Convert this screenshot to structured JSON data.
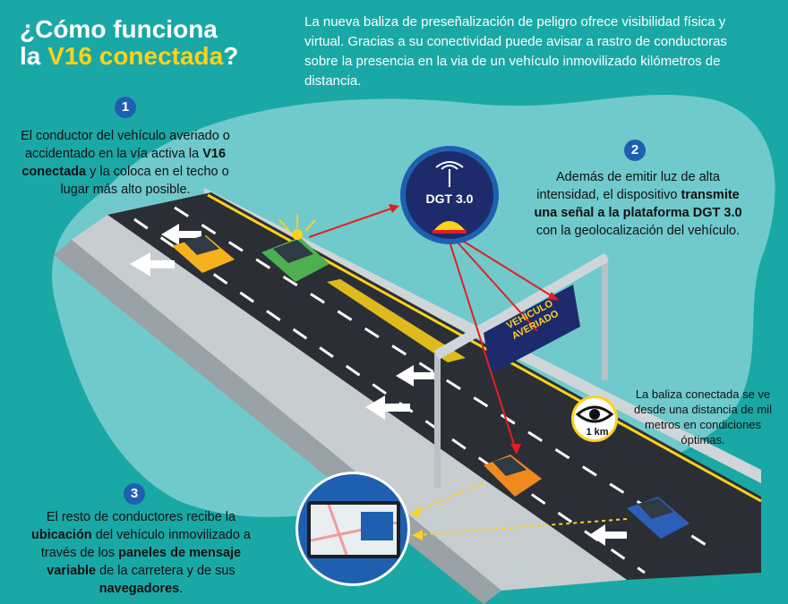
{
  "header": {
    "title_line1": "¿Cómo funciona",
    "title_line2_plain": "la ",
    "title_line2_highlight": "V16 conectada",
    "title_line2_end": "?",
    "intro": "La nueva baliza de preseñalización de peligro ofrece visibilidad física y virtual. Gracias a su conectividad puede avisar a rastro de conductoras sobre la presencia en la via de un vehículo inmovilizado kilómetros de distancia."
  },
  "steps": [
    {
      "number": "1",
      "text_a": "El conductor del vehículo averiado o accidentado en la vía activa la ",
      "bold": "V16 conectada",
      "text_b": " y la coloca en el techo o lugar más alto posible."
    },
    {
      "number": "2",
      "text_a": "Además de emitir luz de alta intensidad, el dispositivo ",
      "bold": "transmite una señal a la plataforma DGT 3.0",
      "text_b": " con la geolocalización del vehículo."
    },
    {
      "number": "3",
      "text_a": "El resto de conductores recibe la ",
      "bold": "ubicación",
      "text_b": " del vehículo inmovilizado a través de los ",
      "bold2": "paneles de mensaje variable",
      "text_c": " de la carretera y de sus ",
      "bold3": "navegadores",
      "text_d": "."
    }
  ],
  "visibility": {
    "text": "La baliza conectada se ve desde una distancia de mil metros en condiciones óptimas.",
    "distance": "1 km"
  },
  "dgt_badge": "DGT 3.0",
  "panel_sign": {
    "line1": "VEHÍCULO",
    "line2": "AVERIADO"
  },
  "colors": {
    "background": "#1aa8a6",
    "highlight": "#ffd21a",
    "blue": "#1f5fb0",
    "road": "#2b2f35"
  }
}
